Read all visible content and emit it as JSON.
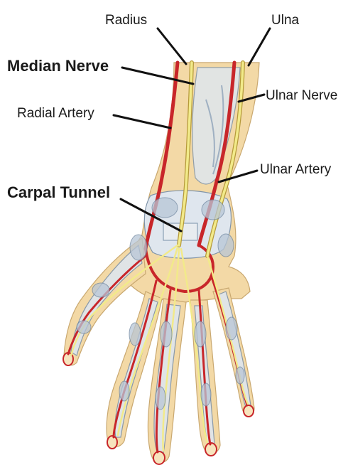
{
  "labels": {
    "radius": "Radius",
    "ulna": "Ulna",
    "median_nerve": "Median Nerve",
    "ulnar_nerve": "Ulnar Nerve",
    "radial_artery": "Radial Artery",
    "ulnar_artery": "Ulnar Artery",
    "carpal_tunnel": "Carpal Tunnel"
  },
  "colors": {
    "artery": "#c8262a",
    "nerve": "#f2ea8a",
    "skin": "#f3d9a6",
    "bone": "#dfe6ee",
    "label_text": "#1a1a1a"
  }
}
